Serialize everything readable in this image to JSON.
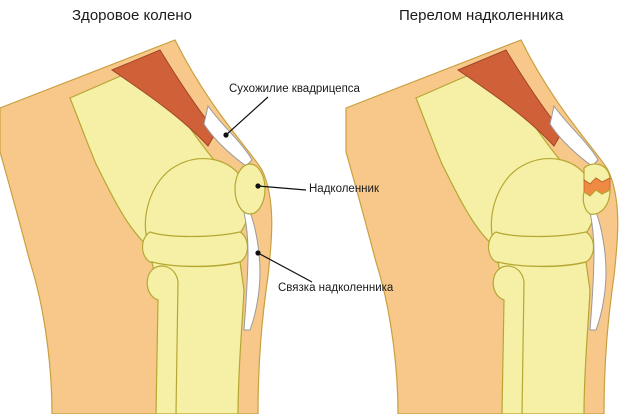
{
  "titles": {
    "left": "Здоровое колено",
    "right": "Перелом надколенника"
  },
  "labels": {
    "tendon": "Сухожилие квадрицепса",
    "patella": "Надколенник",
    "ligament": "Связка надколенника"
  },
  "colors": {
    "skin": "#f7c889",
    "skin_outline": "#c9a040",
    "bone": "#f6f0a6",
    "bone_outline": "#b5a732",
    "muscle": "#d06038",
    "tendon": "#ffffff",
    "fracture": "#ef8a44",
    "leader": "#111111"
  }
}
